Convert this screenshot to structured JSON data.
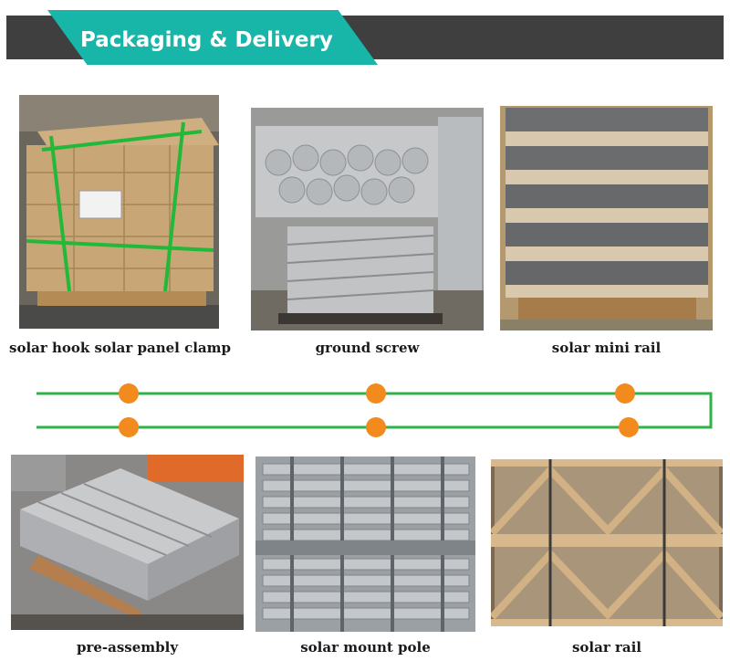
{
  "header": {
    "title": "Packaging & Delivery"
  },
  "colors": {
    "banner_accent": "#17b6a8",
    "banner_dark": "#3f3f3f",
    "connector_line": "#2fb24a",
    "connector_dot": "#f28a1e"
  },
  "products": [
    {
      "caption": "solar hook solar panel clamp"
    },
    {
      "caption": "ground screw"
    },
    {
      "caption": "solar mini rail"
    },
    {
      "caption": "pre-assembly"
    },
    {
      "caption": "solar mount pole"
    },
    {
      "caption": "solar rail"
    }
  ]
}
